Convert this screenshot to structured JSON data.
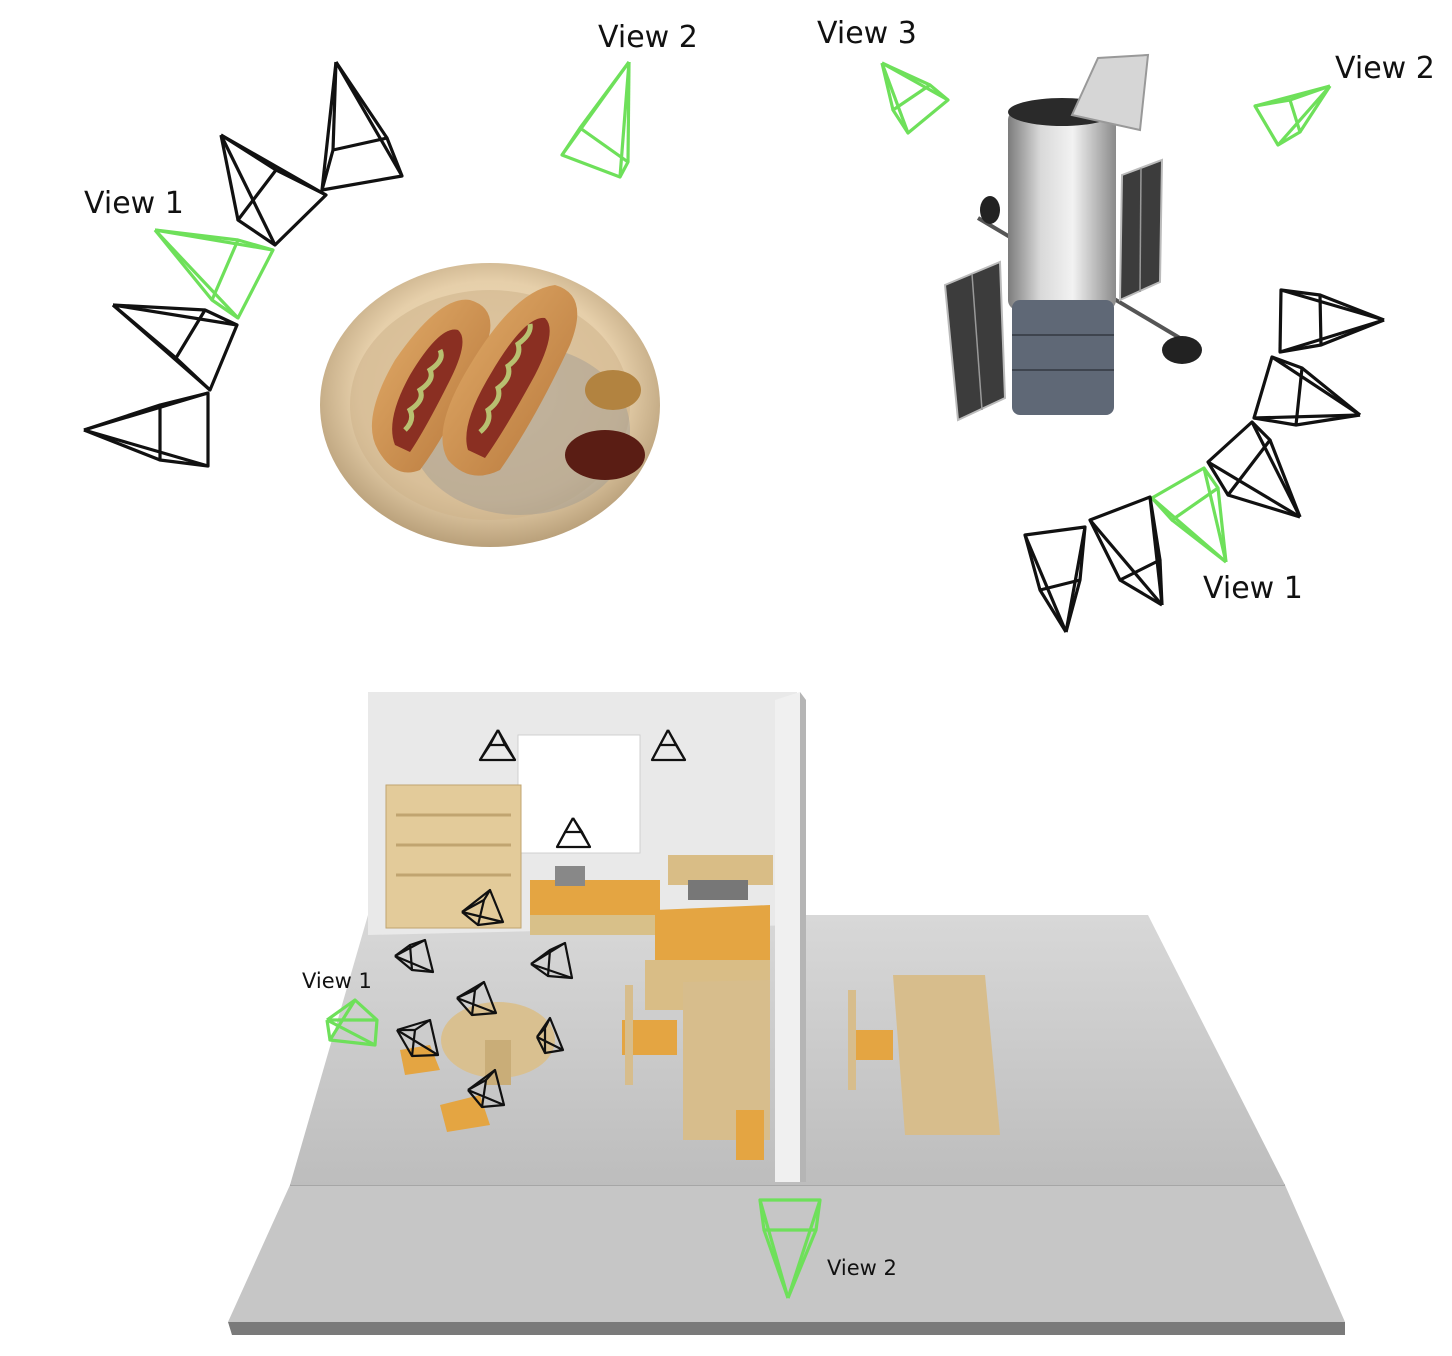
{
  "figure": {
    "hotdog_scene": {
      "labels": {
        "view1": "View 1",
        "view2": "View 2"
      },
      "selected_camera_color": "#6ee05a",
      "context_camera_color": "#111111"
    },
    "telescope_scene": {
      "labels": {
        "view1": "View 1",
        "view2": "View 2",
        "view3": "View 3"
      },
      "selected_camera_color": "#6ee05a",
      "context_camera_color": "#111111"
    },
    "room_scene": {
      "labels": {
        "view1": "View 1",
        "view2": "View 2"
      },
      "selected_camera_color": "#6ee05a",
      "context_camera_color": "#111111"
    }
  }
}
